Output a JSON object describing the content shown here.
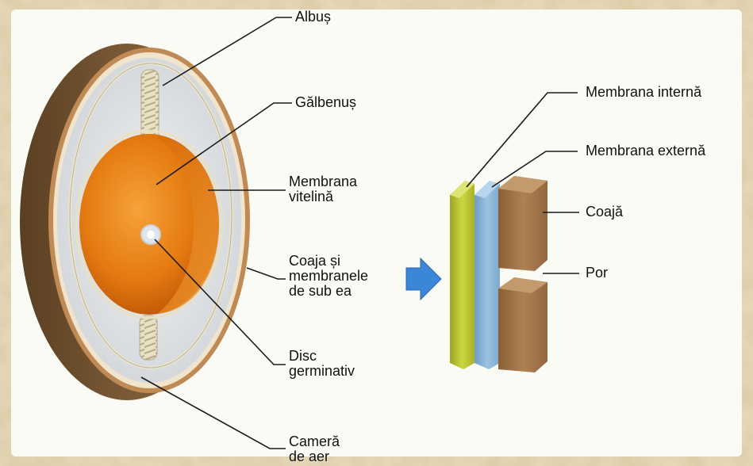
{
  "labels": {
    "albus": "Albuș",
    "galbenus": "Gălbenuș",
    "membrana_vitelina": [
      "Membrana",
      "vitelină"
    ],
    "coaja_membrane": [
      "Coaja și",
      "membranele",
      "de sub ea"
    ],
    "disc_germinativ": [
      "Disc",
      "germinativ"
    ],
    "camera_aer": [
      "Cameră",
      "de aer"
    ],
    "membrana_interna": "Membrana internă",
    "membrana_externa": "Membrana externă",
    "coaja": "Coajă",
    "por": "Por"
  },
  "colors": {
    "background_parchment": "#e9dcbc",
    "panel": "#fbfbf6",
    "shell": "#7a5a36",
    "shell_rim": "#c08a55",
    "albumen": "#e4e7ea",
    "chalaza": "#e6ddc0",
    "yolk": "#e47a10",
    "inner_membrane": "#c9d23c",
    "outer_membrane": "#8fb8d8",
    "shell_block": "#a5784a",
    "arrow": "#3c86d8",
    "leader_line": "#1a1a1a"
  }
}
